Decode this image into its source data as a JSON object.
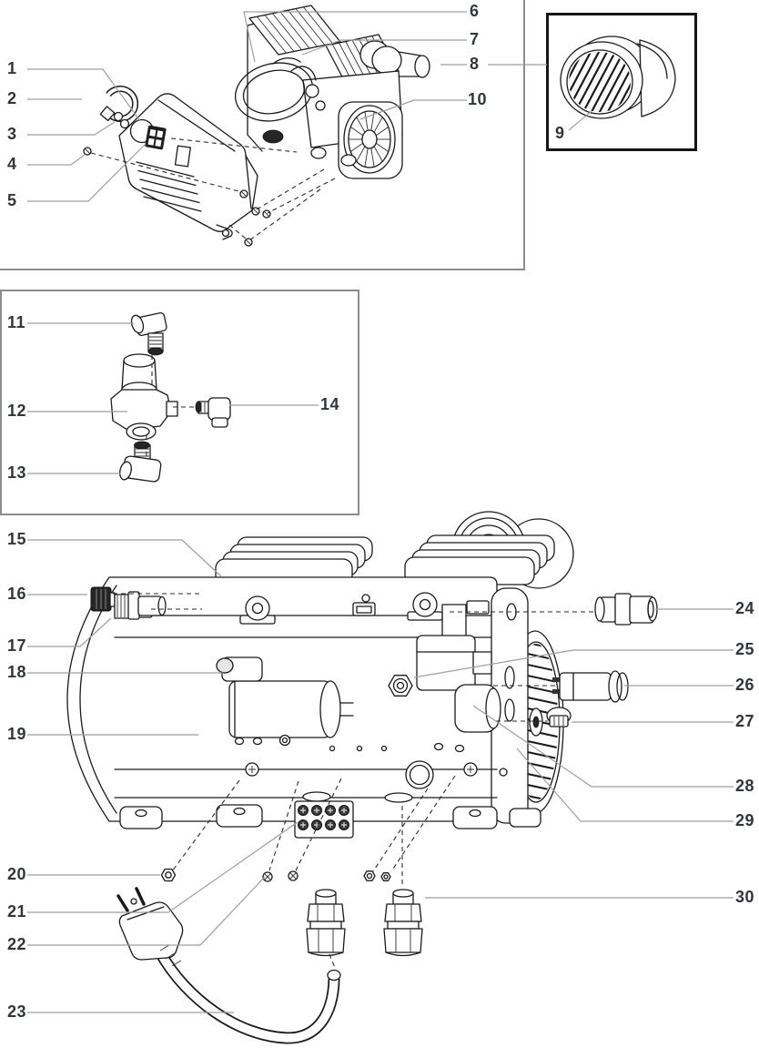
{
  "callouts": [
    {
      "label": "1"
    },
    {
      "label": "2"
    },
    {
      "label": "3"
    },
    {
      "label": "4"
    },
    {
      "label": "5"
    },
    {
      "label": "6"
    },
    {
      "label": "7"
    },
    {
      "label": "8"
    },
    {
      "label": "9"
    },
    {
      "label": "10"
    },
    {
      "label": "11"
    },
    {
      "label": "12"
    },
    {
      "label": "13"
    },
    {
      "label": "14"
    },
    {
      "label": "15"
    },
    {
      "label": "16"
    },
    {
      "label": "17"
    },
    {
      "label": "18"
    },
    {
      "label": "19"
    },
    {
      "label": "20"
    },
    {
      "label": "21"
    },
    {
      "label": "22"
    },
    {
      "label": "23"
    },
    {
      "label": "24"
    },
    {
      "label": "25"
    },
    {
      "label": "26"
    },
    {
      "label": "27"
    },
    {
      "label": "28"
    },
    {
      "label": "29"
    },
    {
      "label": "30"
    }
  ],
  "colors": {
    "background": "#ffffff",
    "artwork_line": "#1a1a1a",
    "leader_line": "#9e9e9e",
    "callout_text": "#30363c",
    "detail_box_border": "#8c8c8c",
    "inset_box_border": "#161616"
  }
}
